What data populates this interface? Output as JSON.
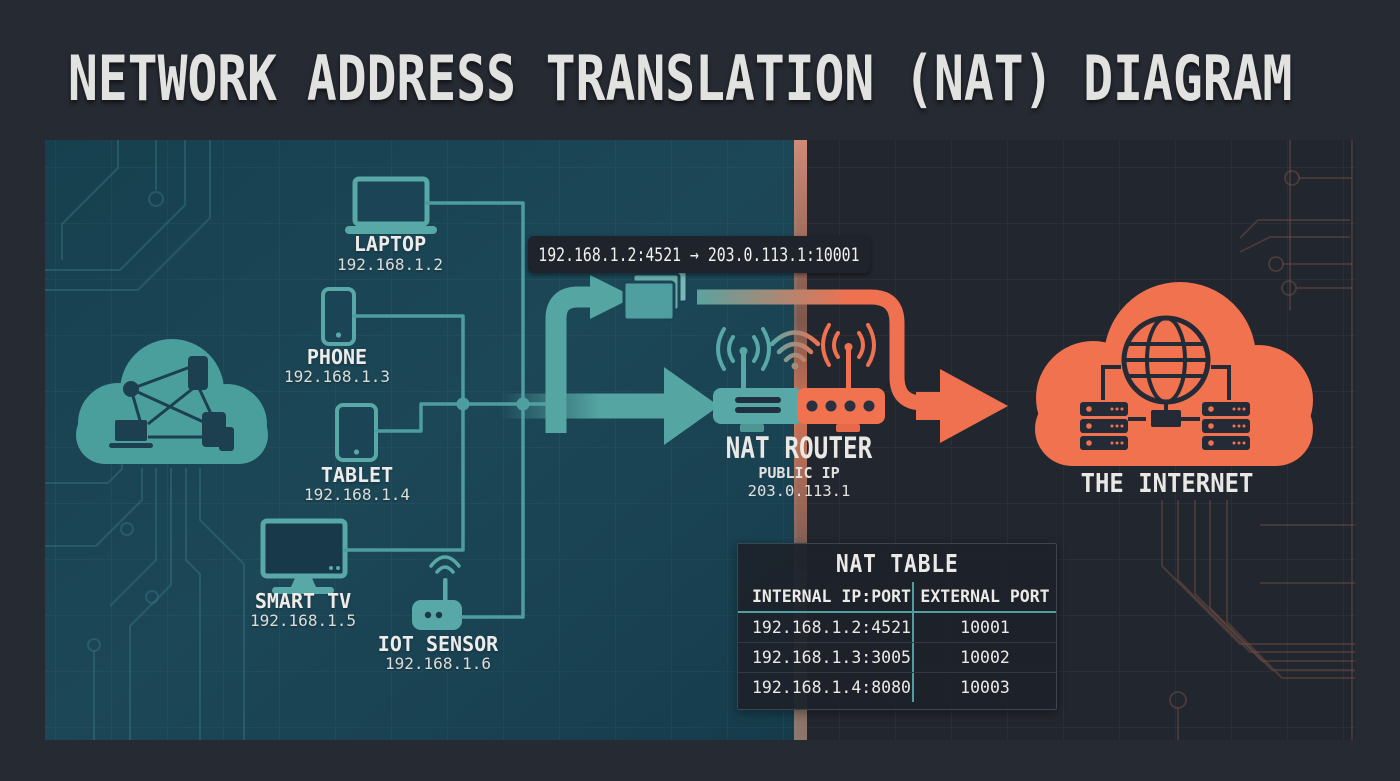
{
  "title": "NETWORK ADDRESS TRANSLATION (NAT) DIAGRAM",
  "colors": {
    "teal_accent": "#57a8a6",
    "orange_accent": "#f0724f",
    "lan_panel": "#1b4455",
    "wan_panel": "#22262e",
    "background": "#262a32",
    "label_background": "#1f242c"
  },
  "lan": {
    "devices": [
      {
        "name": "LAPTOP",
        "ip": "192.168.1.2"
      },
      {
        "name": "PHONE",
        "ip": "192.168.1.3"
      },
      {
        "name": "TABLET",
        "ip": "192.168.1.4"
      },
      {
        "name": "SMART TV",
        "ip": "192.168.1.5"
      },
      {
        "name": "IOT SENSOR",
        "ip": "192.168.1.6"
      }
    ]
  },
  "translation_flow": {
    "label": "192.168.1.2:4521 → 203.0.113.1:10001"
  },
  "router": {
    "name": "NAT ROUTER",
    "public_ip_label": "PUBLIC IP",
    "public_ip": "203.0.113.1"
  },
  "internet": {
    "label": "THE INTERNET"
  },
  "nat_table": {
    "title": "NAT TABLE",
    "columns": [
      "INTERNAL IP:PORT",
      "EXTERNAL PORT"
    ],
    "rows": [
      [
        "192.168.1.2:4521",
        "10001"
      ],
      [
        "192.168.1.3:3005",
        "10002"
      ],
      [
        "192.168.1.4:8080",
        "10003"
      ]
    ]
  }
}
